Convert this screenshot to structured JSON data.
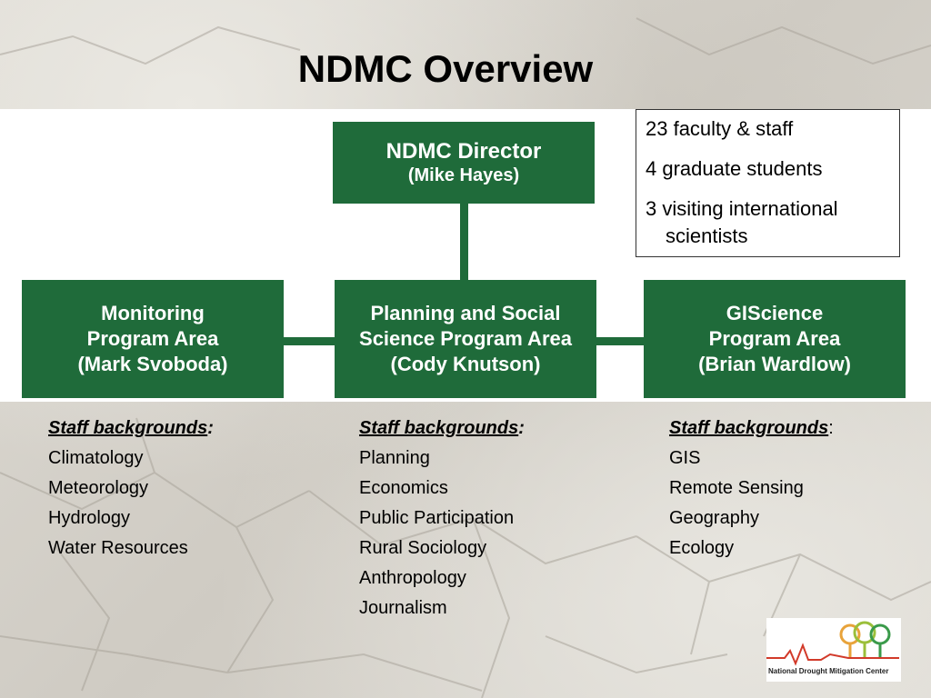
{
  "slide": {
    "title": "NDMC Overview"
  },
  "org": {
    "director": {
      "title": "NDMC Director",
      "name": "(Mike Hayes)"
    },
    "programs": [
      {
        "line1": "Monitoring",
        "line2": "Program Area",
        "line3": "(Mark Svoboda)"
      },
      {
        "line1": "Planning and Social",
        "line2": "Science Program Area",
        "line3": "(Cody Knutson)"
      },
      {
        "line1": "GIScience",
        "line2": "Program Area",
        "line3": "(Brian Wardlow)"
      }
    ]
  },
  "stats": [
    "23 faculty & staff",
    "4 graduate students",
    "3 visiting international scientists"
  ],
  "staff": [
    {
      "header": "Staff backgrounds",
      "suffix": ":",
      "items": [
        "Climatology",
        "Meteorology",
        "Hydrology",
        "Water Resources"
      ]
    },
    {
      "header": "Staff backgrounds",
      "suffix": ":",
      "items": [
        "Planning",
        "Economics",
        "Public Participation",
        "Rural Sociology",
        "Anthropology",
        "Journalism"
      ]
    },
    {
      "header": "Staff backgrounds",
      "suffix": ":",
      "items": [
        "GIS",
        "Remote Sensing",
        "Geography",
        "Ecology"
      ]
    }
  ],
  "logo": {
    "text": "National Drought Mitigation Center"
  },
  "colors": {
    "box_green": "#1f6b3a"
  }
}
